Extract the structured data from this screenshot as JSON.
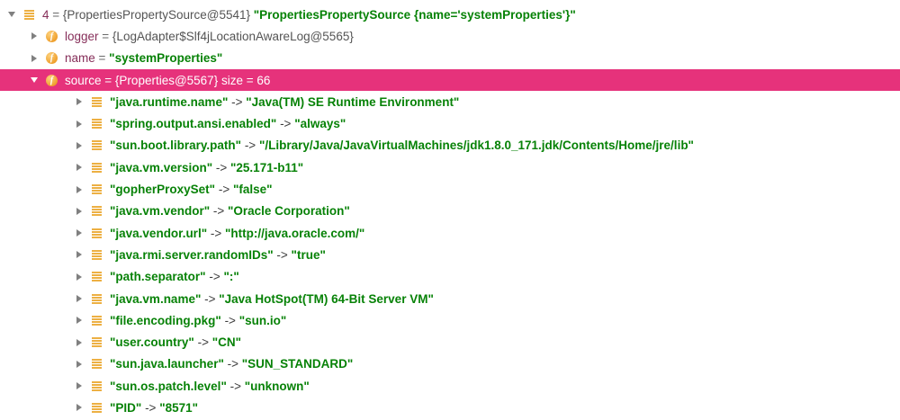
{
  "panel": {
    "name": "debugger-variables-view"
  },
  "tree": {
    "rows": [
      {
        "indent": 0,
        "expander": "expanded",
        "icon": "value-icon",
        "selected": false,
        "segments": [
          {
            "text": "4",
            "style": "name"
          },
          {
            "text": " = ",
            "style": "plain"
          },
          {
            "text": "{PropertiesPropertySource@5541} ",
            "style": "ref"
          },
          {
            "text": "\"PropertiesPropertySource {name='systemProperties'}\"",
            "style": "string"
          }
        ]
      },
      {
        "indent": 1,
        "expander": "collapsed",
        "icon": "field-icon",
        "selected": false,
        "segments": [
          {
            "text": "logger",
            "style": "name"
          },
          {
            "text": " = ",
            "style": "plain"
          },
          {
            "text": "{LogAdapter$Slf4jLocationAwareLog@5565}",
            "style": "ref"
          }
        ]
      },
      {
        "indent": 1,
        "expander": "collapsed",
        "icon": "field-icon",
        "selected": false,
        "segments": [
          {
            "text": "name",
            "style": "name"
          },
          {
            "text": " = ",
            "style": "plain"
          },
          {
            "text": "\"systemProperties\"",
            "style": "string"
          }
        ]
      },
      {
        "indent": 1,
        "expander": "expanded",
        "icon": "field-icon",
        "selected": true,
        "segments": [
          {
            "text": "source",
            "style": "name"
          },
          {
            "text": " = ",
            "style": "plain"
          },
          {
            "text": "{Properties@5567} ",
            "style": "ref"
          },
          {
            "text": " size = 66",
            "style": "size"
          }
        ]
      },
      {
        "indent": 2,
        "expander": "collapsed",
        "icon": "value-icon",
        "selected": false,
        "segments": [
          {
            "text": "\"java.runtime.name\"",
            "style": "string"
          },
          {
            "text": " -> ",
            "style": "arrow"
          },
          {
            "text": "\"Java(TM) SE Runtime Environment\"",
            "style": "string"
          }
        ]
      },
      {
        "indent": 2,
        "expander": "collapsed",
        "icon": "value-icon",
        "selected": false,
        "segments": [
          {
            "text": "\"spring.output.ansi.enabled\"",
            "style": "string"
          },
          {
            "text": " -> ",
            "style": "arrow"
          },
          {
            "text": "\"always\"",
            "style": "string"
          }
        ]
      },
      {
        "indent": 2,
        "expander": "collapsed",
        "icon": "value-icon",
        "selected": false,
        "segments": [
          {
            "text": "\"sun.boot.library.path\"",
            "style": "string"
          },
          {
            "text": " -> ",
            "style": "arrow"
          },
          {
            "text": "\"/Library/Java/JavaVirtualMachines/jdk1.8.0_171.jdk/Contents/Home/jre/lib\"",
            "style": "string"
          }
        ]
      },
      {
        "indent": 2,
        "expander": "collapsed",
        "icon": "value-icon",
        "selected": false,
        "segments": [
          {
            "text": "\"java.vm.version\"",
            "style": "string"
          },
          {
            "text": " -> ",
            "style": "arrow"
          },
          {
            "text": "\"25.171-b11\"",
            "style": "string"
          }
        ]
      },
      {
        "indent": 2,
        "expander": "collapsed",
        "icon": "value-icon",
        "selected": false,
        "segments": [
          {
            "text": "\"gopherProxySet\"",
            "style": "string"
          },
          {
            "text": " -> ",
            "style": "arrow"
          },
          {
            "text": "\"false\"",
            "style": "string"
          }
        ]
      },
      {
        "indent": 2,
        "expander": "collapsed",
        "icon": "value-icon",
        "selected": false,
        "segments": [
          {
            "text": "\"java.vm.vendor\"",
            "style": "string"
          },
          {
            "text": " -> ",
            "style": "arrow"
          },
          {
            "text": "\"Oracle Corporation\"",
            "style": "string"
          }
        ]
      },
      {
        "indent": 2,
        "expander": "collapsed",
        "icon": "value-icon",
        "selected": false,
        "segments": [
          {
            "text": "\"java.vendor.url\"",
            "style": "string"
          },
          {
            "text": " -> ",
            "style": "arrow"
          },
          {
            "text": "\"http://java.oracle.com/\"",
            "style": "string"
          }
        ]
      },
      {
        "indent": 2,
        "expander": "collapsed",
        "icon": "value-icon",
        "selected": false,
        "segments": [
          {
            "text": "\"java.rmi.server.randomIDs\"",
            "style": "string"
          },
          {
            "text": " -> ",
            "style": "arrow"
          },
          {
            "text": "\"true\"",
            "style": "string"
          }
        ]
      },
      {
        "indent": 2,
        "expander": "collapsed",
        "icon": "value-icon",
        "selected": false,
        "segments": [
          {
            "text": "\"path.separator\"",
            "style": "string"
          },
          {
            "text": " -> ",
            "style": "arrow"
          },
          {
            "text": "\":\"",
            "style": "string"
          }
        ]
      },
      {
        "indent": 2,
        "expander": "collapsed",
        "icon": "value-icon",
        "selected": false,
        "segments": [
          {
            "text": "\"java.vm.name\"",
            "style": "string"
          },
          {
            "text": " -> ",
            "style": "arrow"
          },
          {
            "text": "\"Java HotSpot(TM) 64-Bit Server VM\"",
            "style": "string"
          }
        ]
      },
      {
        "indent": 2,
        "expander": "collapsed",
        "icon": "value-icon",
        "selected": false,
        "segments": [
          {
            "text": "\"file.encoding.pkg\"",
            "style": "string"
          },
          {
            "text": " -> ",
            "style": "arrow"
          },
          {
            "text": "\"sun.io\"",
            "style": "string"
          }
        ]
      },
      {
        "indent": 2,
        "expander": "collapsed",
        "icon": "value-icon",
        "selected": false,
        "segments": [
          {
            "text": "\"user.country\"",
            "style": "string"
          },
          {
            "text": " -> ",
            "style": "arrow"
          },
          {
            "text": "\"CN\"",
            "style": "string"
          }
        ]
      },
      {
        "indent": 2,
        "expander": "collapsed",
        "icon": "value-icon",
        "selected": false,
        "segments": [
          {
            "text": "\"sun.java.launcher\"",
            "style": "string"
          },
          {
            "text": " -> ",
            "style": "arrow"
          },
          {
            "text": "\"SUN_STANDARD\"",
            "style": "string"
          }
        ]
      },
      {
        "indent": 2,
        "expander": "collapsed",
        "icon": "value-icon",
        "selected": false,
        "segments": [
          {
            "text": "\"sun.os.patch.level\"",
            "style": "string"
          },
          {
            "text": " -> ",
            "style": "arrow"
          },
          {
            "text": "\"unknown\"",
            "style": "string"
          }
        ]
      },
      {
        "indent": 2,
        "expander": "collapsed",
        "icon": "value-icon",
        "selected": false,
        "segments": [
          {
            "text": "\"PID\"",
            "style": "string"
          },
          {
            "text": " -> ",
            "style": "arrow"
          },
          {
            "text": "\"8571\"",
            "style": "string"
          }
        ]
      }
    ]
  }
}
